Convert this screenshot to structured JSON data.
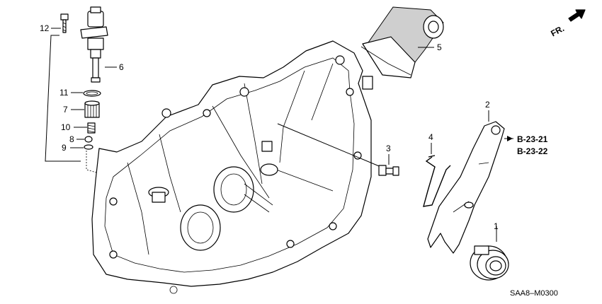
{
  "direction": {
    "label": "FR."
  },
  "callouts": [
    "12",
    "6",
    "11",
    "7",
    "10",
    "8",
    "9",
    "5",
    "2",
    "3",
    "4",
    "1"
  ],
  "references": [
    "B-23-21",
    "B-23-22"
  ],
  "diagram_code": "SAA8–M0300"
}
